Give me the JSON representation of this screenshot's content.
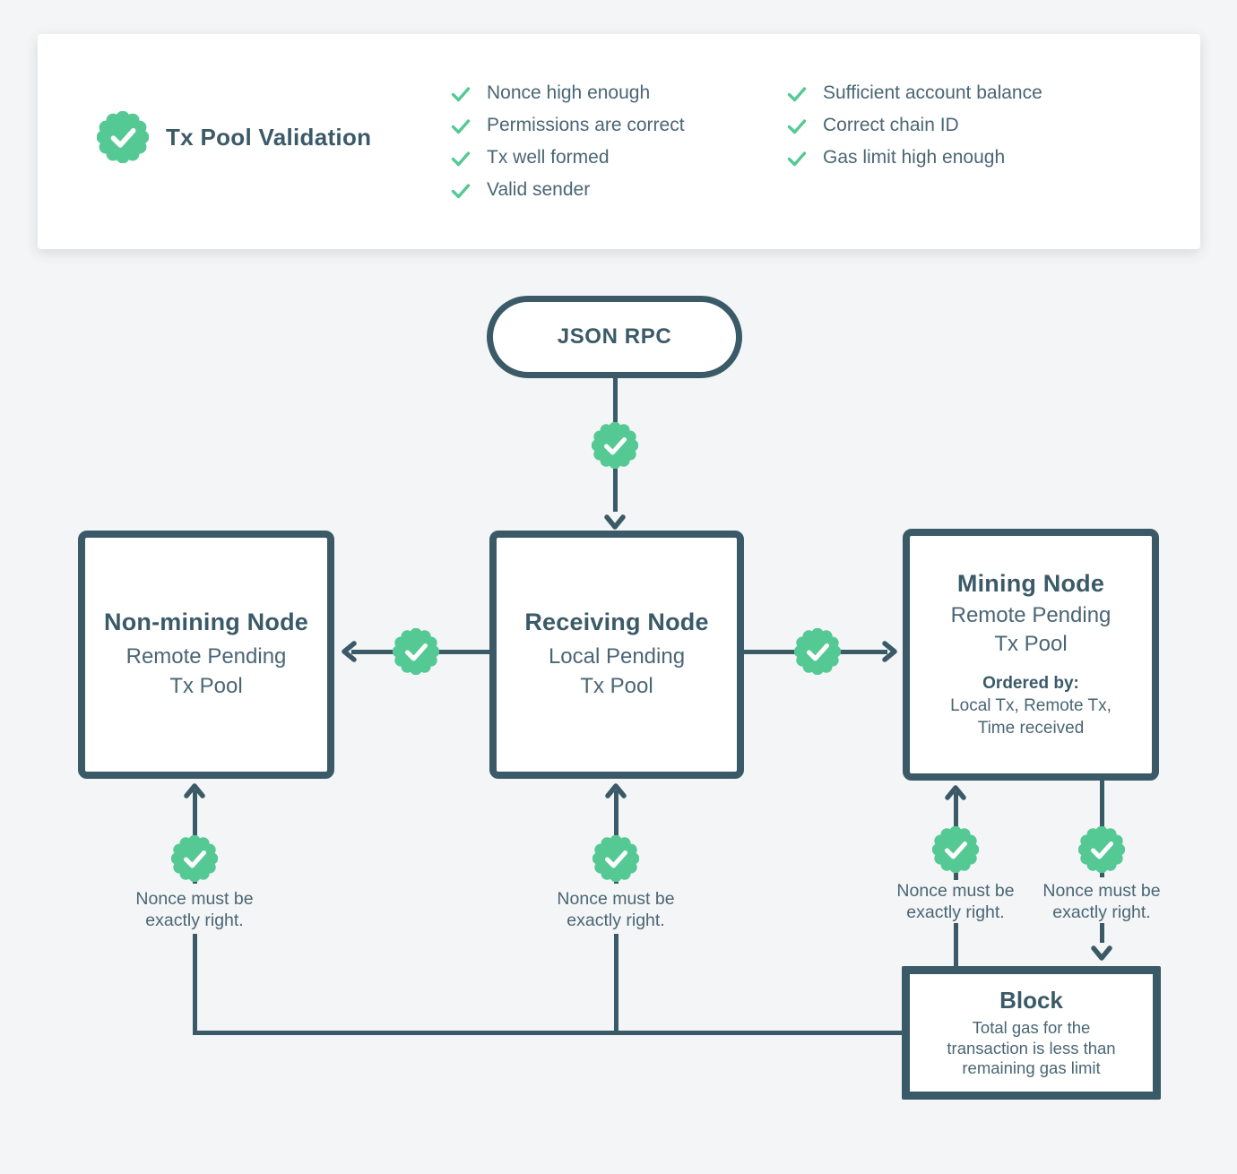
{
  "colors": {
    "accent_green": "#55C994",
    "slate_dark": "#3B5A68",
    "body_text": "#4A6675",
    "page_background": "#F4F5F6",
    "card_background": "#FFFFFF"
  },
  "legend": {
    "title": "Tx Pool Validation",
    "checks_left": [
      "Nonce high enough",
      "Permissions are correct",
      "Tx well formed",
      "Valid sender"
    ],
    "checks_right": [
      "Sufficient account balance",
      "Correct chain ID",
      "Gas limit high enough"
    ]
  },
  "flow": {
    "source": {
      "label": "JSON RPC"
    },
    "non_mining": {
      "title": "Non-mining Node",
      "subtitle_line1": "Remote Pending",
      "subtitle_line2": "Tx Pool"
    },
    "receiving": {
      "title": "Receiving Node",
      "subtitle_line1": "Local Pending",
      "subtitle_line2": "Tx Pool"
    },
    "mining": {
      "title": "Mining Node",
      "subtitle_line1": "Remote Pending",
      "subtitle_line2": "Tx Pool",
      "ordered_label": "Ordered by:",
      "ordered_line1": "Local Tx, Remote Tx,",
      "ordered_line2": "Time received"
    },
    "block": {
      "title": "Block",
      "body_line1": "Total gas for the",
      "body_line2": "transaction is less than",
      "body_line3": "remaining gas limit"
    },
    "nonce_note": {
      "line1": "Nonce must be",
      "line2": "exactly right."
    }
  }
}
